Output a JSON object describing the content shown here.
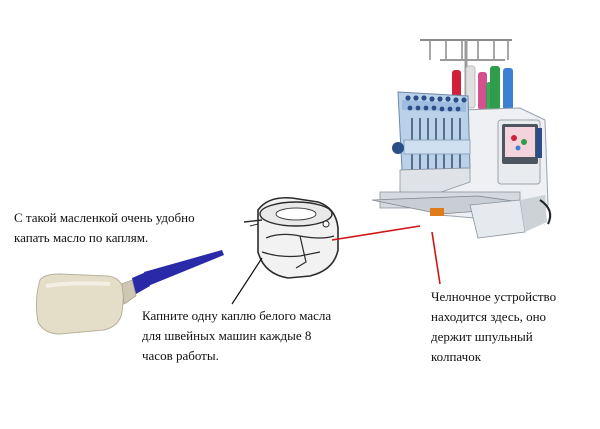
{
  "captions": {
    "oiler": "С такой масленкой очень удобно\nкапать масло по каплям.",
    "drop": "Капните одну каплю белого масла\nдля швейных машин каждые 8\nчасов работы.",
    "hook": "Челночное устройство\nнаходится здесь, оно\nдержит шпульный\nколпачок"
  },
  "colors": {
    "arrow": "#d01515",
    "nozzle": "#2a2aa8",
    "bottle": "#e4ddc8",
    "machine_body": "#eef0f4",
    "machine_head": "#b9d2ea",
    "thread_red": "#d0203a",
    "thread_green": "#2f9d4b",
    "thread_pink": "#d5508f",
    "thread_blue": "#3c7fd4",
    "screen": "#f3d4dc"
  },
  "icons": {
    "oiler": "oil-bottle-icon",
    "hook": "rotary-hook-icon",
    "machine": "embroidery-machine-icon"
  }
}
